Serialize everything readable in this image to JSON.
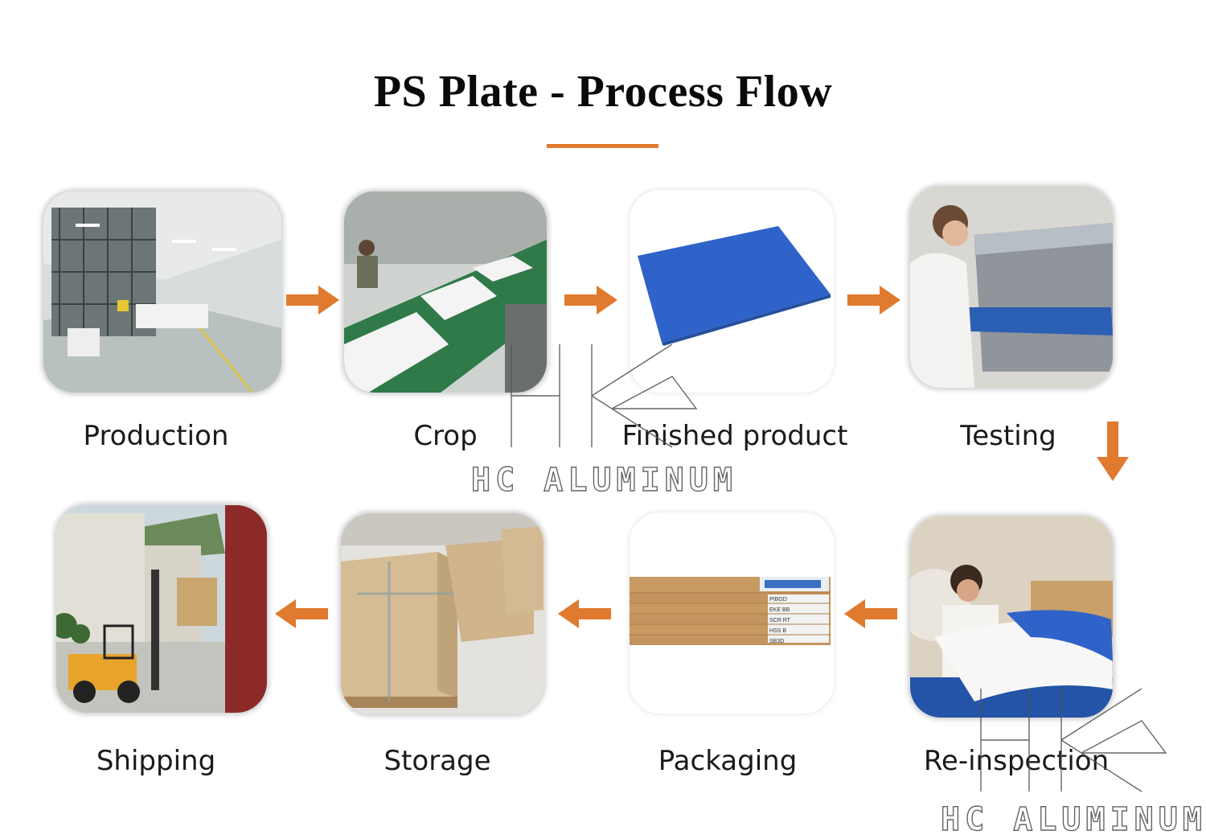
{
  "title": "PS Plate - Process Flow",
  "colors": {
    "accent": "#e07a2e",
    "plate_blue": "#2f63c9"
  },
  "steps": [
    {
      "label": "Production"
    },
    {
      "label": "Crop"
    },
    {
      "label": "Finished product"
    },
    {
      "label": "Testing"
    },
    {
      "label": "Re-inspection"
    },
    {
      "label": "Packaging"
    },
    {
      "label": "Storage"
    },
    {
      "label": "Shipping"
    }
  ],
  "packaging_box_labels": [
    "PIBGD",
    "EKE BB",
    "SCR RT",
    "HSS B",
    "SB3D"
  ],
  "watermark": {
    "logo_letters": "HC",
    "text": "HC ALUMINUM"
  },
  "icons": {
    "arrow_right": "arrow-right-icon",
    "arrow_down": "arrow-down-icon",
    "arrow_left": "arrow-left-icon"
  }
}
